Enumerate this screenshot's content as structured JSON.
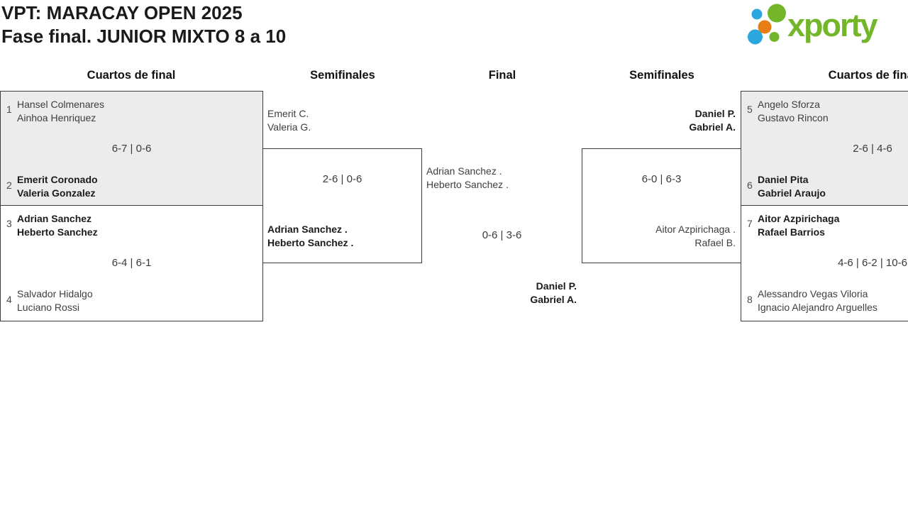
{
  "header": {
    "title_line1": "VPT: MARACAY OPEN 2025",
    "title_line2": "Fase final. JUNIOR MIXTO 8 a 10"
  },
  "logo": {
    "wordmark": "xporty"
  },
  "round_headers": {
    "qf_left": "Cuartos de final",
    "sf_left": "Semifinales",
    "final": "Final",
    "sf_right": "Semifinales",
    "qf_right": "Cuartos de final"
  },
  "matches": {
    "qf1": {
      "seed_a": "1",
      "team_a_1": "Hansel Colmenares",
      "team_a_2": "Ainhoa Henriquez",
      "score": "6-7 | 0-6",
      "seed_b": "2",
      "team_b_1": "Emerit Coronado",
      "team_b_2": "Valeria Gonzalez"
    },
    "qf2": {
      "seed_a": "3",
      "team_a_1": "Adrian Sanchez",
      "team_a_2": "Heberto Sanchez",
      "score": "6-4 | 6-1",
      "seed_b": "4",
      "team_b_1": "Salvador Hidalgo",
      "team_b_2": "Luciano Rossi"
    },
    "sf1": {
      "entrant_1": "Emerit C.",
      "entrant_2": "Valeria G.",
      "score": "2-6 | 0-6",
      "winner_1": "Adrian Sanchez .",
      "winner_2": "Heberto Sanchez ."
    },
    "final": {
      "entrant_1": "Adrian Sanchez .",
      "entrant_2": "Heberto Sanchez .",
      "score": "0-6 | 3-6",
      "winner_1": "Daniel P.",
      "winner_2": "Gabriel A."
    },
    "sf2": {
      "winner_1": "Daniel P.",
      "winner_2": "Gabriel A.",
      "score": "6-0 | 6-3",
      "entrant_1": "Aitor Azpirichaga .",
      "entrant_2": "Rafael B."
    },
    "qf3": {
      "seed_a": "5",
      "team_a_1": "Angelo Sforza",
      "team_a_2": "Gustavo Rincon",
      "score": "2-6 | 4-6",
      "seed_b": "6",
      "team_b_1": "Daniel Pita",
      "team_b_2": "Gabriel Araujo"
    },
    "qf4": {
      "seed_a": "7",
      "team_a_1": "Aitor Azpirichaga",
      "team_a_2": "Rafael Barrios",
      "score": "4-6 | 6-2 | 10-6",
      "seed_b": "8",
      "team_b_1": "Alessandro Vegas Viloria",
      "team_b_2": "Ignacio Alejandro Arguelles"
    }
  },
  "colors": {
    "logo_green": "#73b62a",
    "logo_blue": "#2ba7de",
    "logo_orange": "#e87d15",
    "box_fill_alt": "#ececec",
    "box_border": "#3d3d3d"
  }
}
